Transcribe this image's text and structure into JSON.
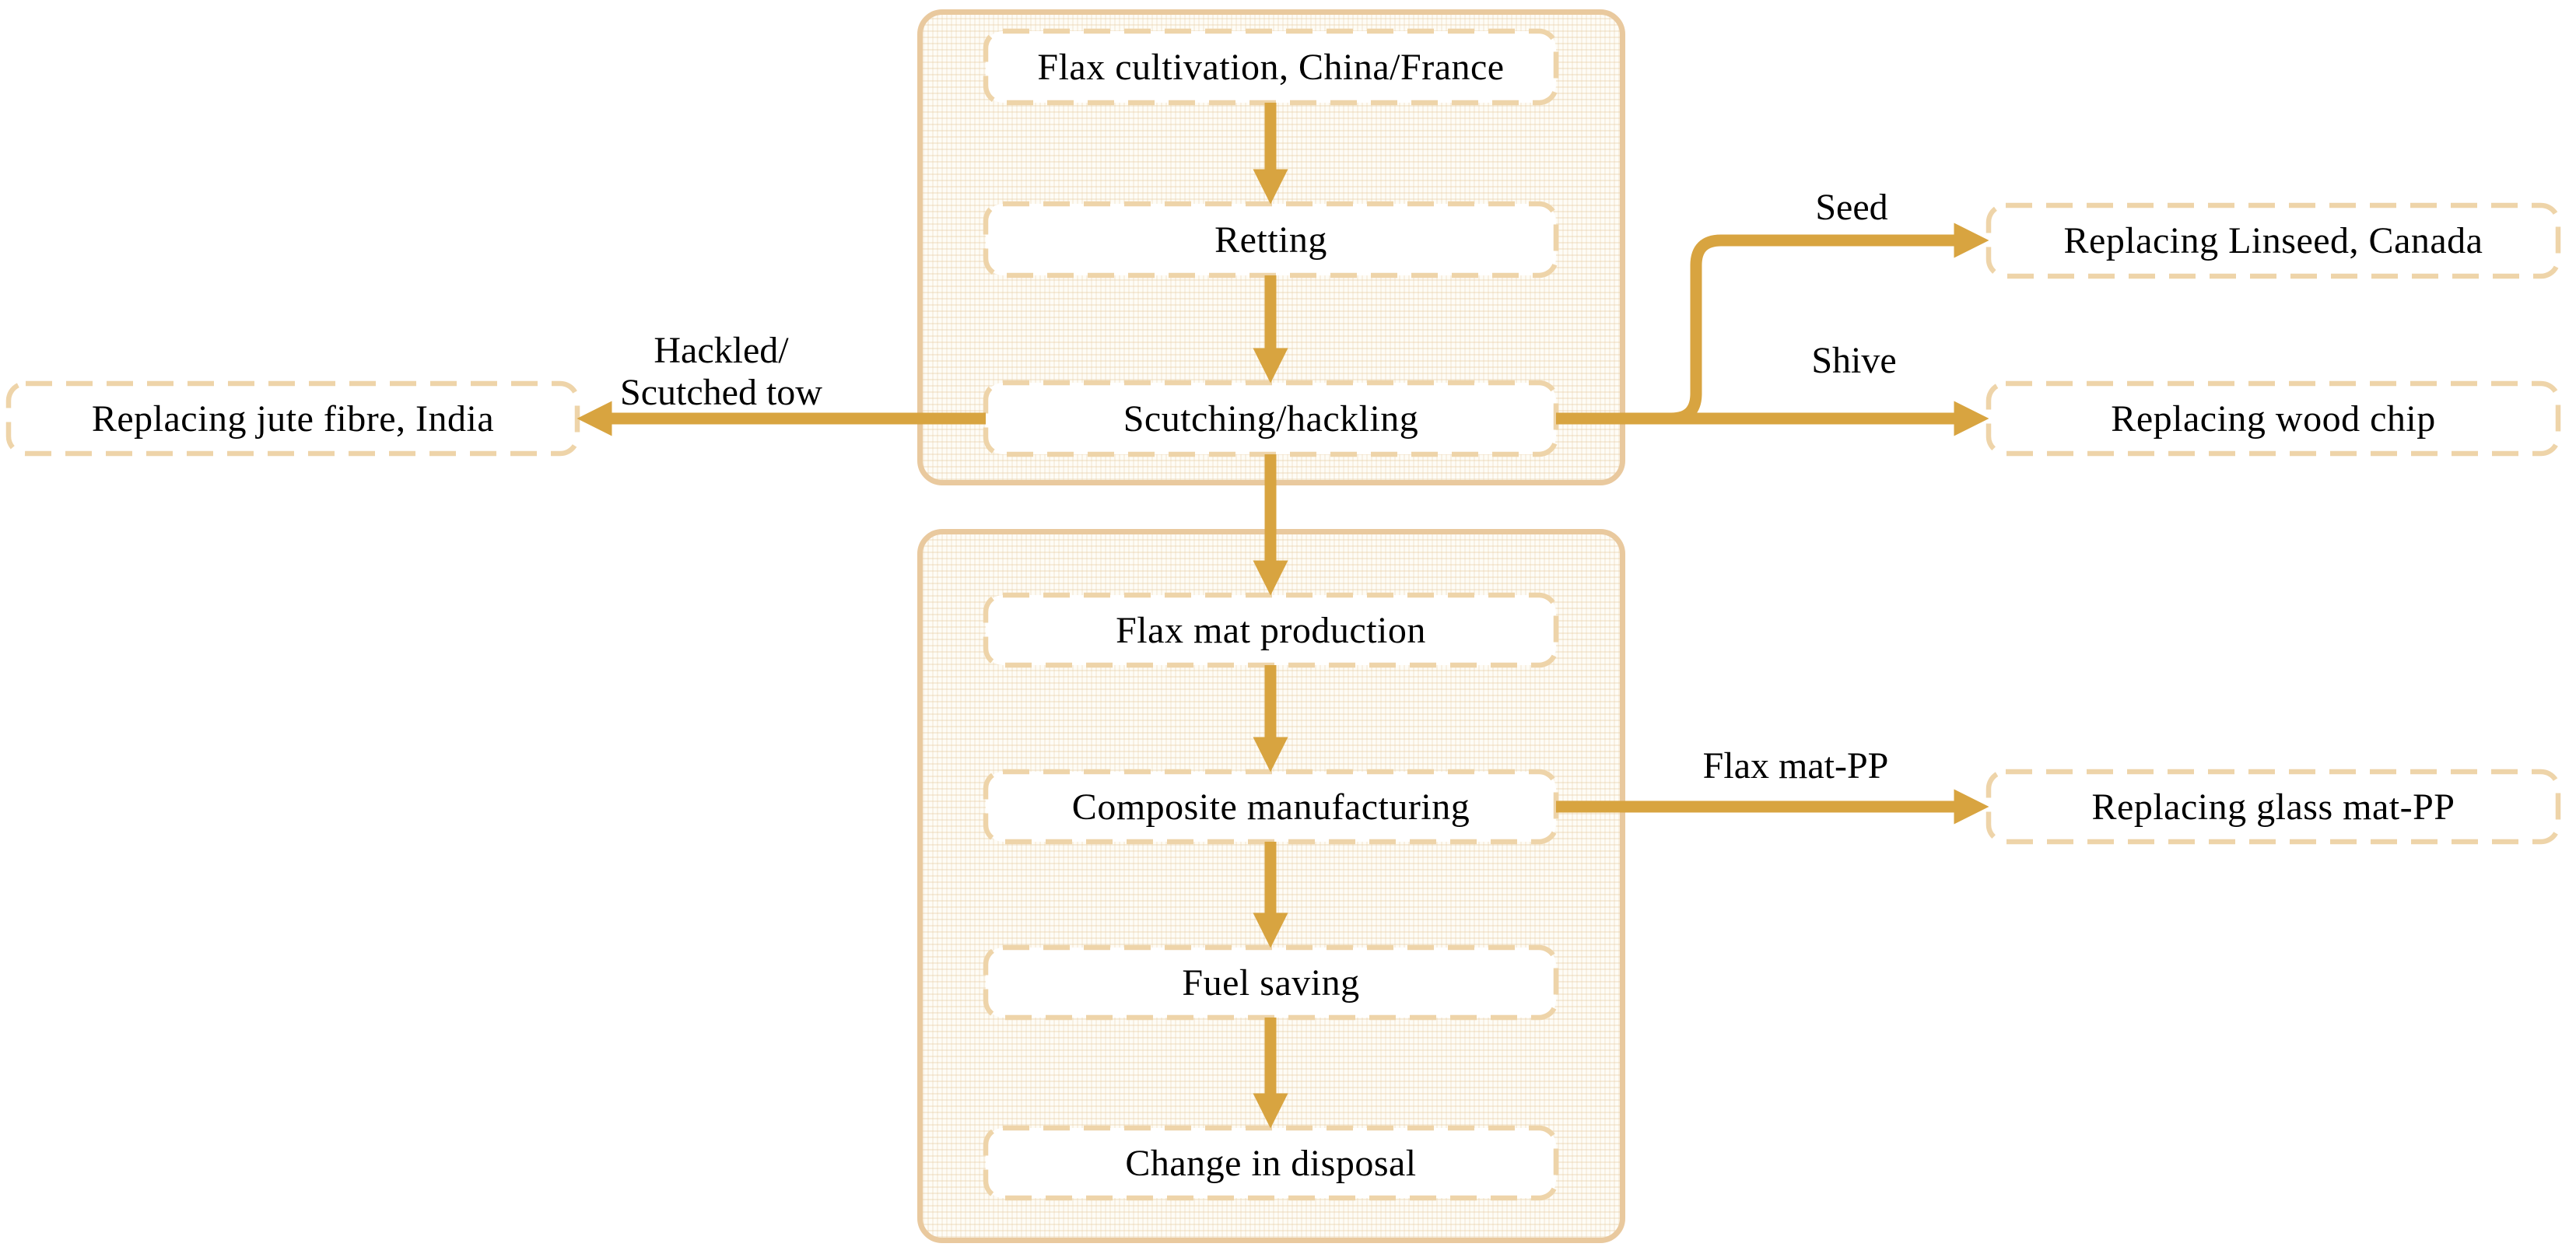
{
  "diagram": {
    "nodes": {
      "flax_cultivation": {
        "label": "Flax cultivation, China/France"
      },
      "retting": {
        "label": "Retting"
      },
      "scutching": {
        "label": "Scutching/hackling"
      },
      "jute": {
        "label": "Replacing jute fibre, India"
      },
      "linseed": {
        "label": "Replacing Linseed, Canada"
      },
      "woodchip": {
        "label": "Replacing wood chip"
      },
      "flax_mat": {
        "label": "Flax mat production"
      },
      "composite": {
        "label": "Composite manufacturing"
      },
      "glass_mat": {
        "label": "Replacing glass mat-PP"
      },
      "fuel": {
        "label": "Fuel saving"
      },
      "disposal": {
        "label": "Change in disposal"
      }
    },
    "edge_labels": {
      "hackled": {
        "label": "Hackled/\nScutched tow"
      },
      "seed": {
        "label": "Seed"
      },
      "shive": {
        "label": "Shive"
      },
      "flax_mat_pp": {
        "label": "Flax mat-PP"
      }
    }
  },
  "colors": {
    "arrow": "#d8a440",
    "group_border": "#e9c99e",
    "box_border": "#eed4a9",
    "box_fill": "#ffffff",
    "group_fill": "#fefcf6",
    "text": "#000000"
  }
}
